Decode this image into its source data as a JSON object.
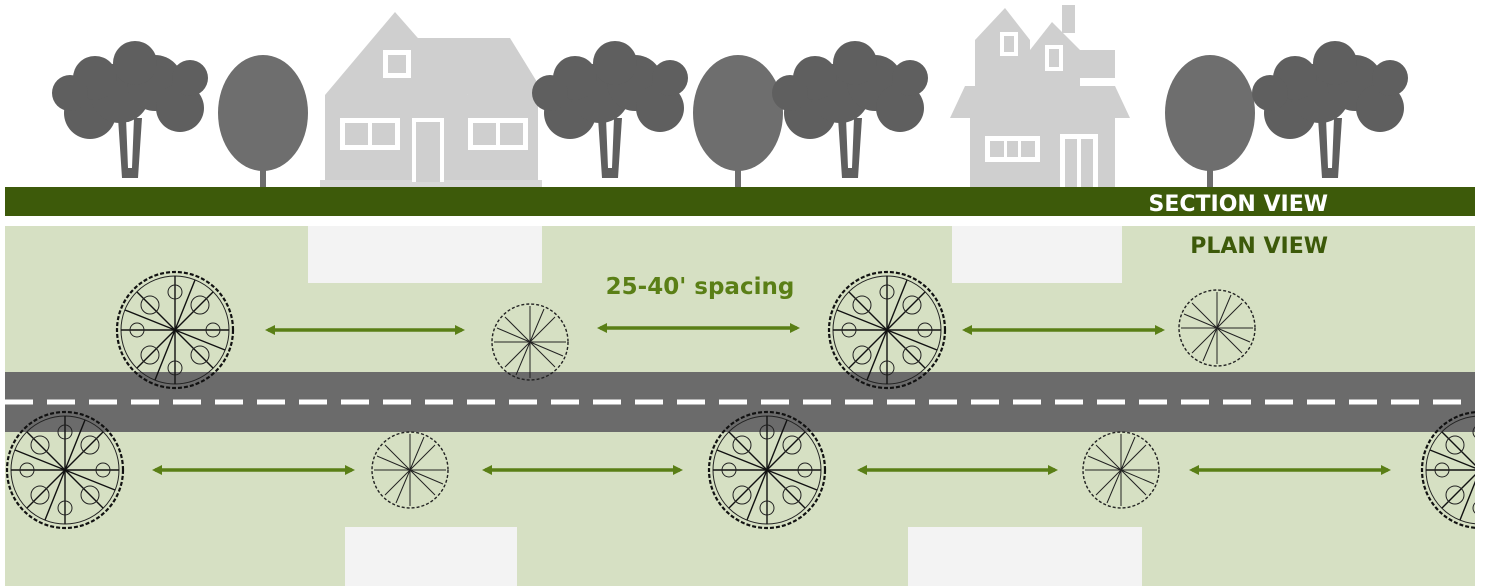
{
  "section_view": {
    "label": "SECTION VIEW"
  },
  "plan_view": {
    "label": "PLAN VIEW",
    "spacing_label": "25-40' spacing"
  },
  "colors": {
    "ground_strip": "#3d5a0a",
    "plan_background": "#d6e0c3",
    "road": "#6b6b6b",
    "lane_dash": "#ffffff",
    "arrow": "#5a7f16",
    "label_text": "#3d5a0a",
    "section_label_text": "#ffffff",
    "house": "#cfcfcf",
    "tree_dark": "#5f5f5f",
    "tree_light": "#6e6e6e",
    "footprint": "#f3f3f3"
  },
  "icons": [
    "canopy-tree-icon",
    "small-tree-icon",
    "house-icon",
    "tree-plan-symbol-icon",
    "double-arrow-icon"
  ]
}
